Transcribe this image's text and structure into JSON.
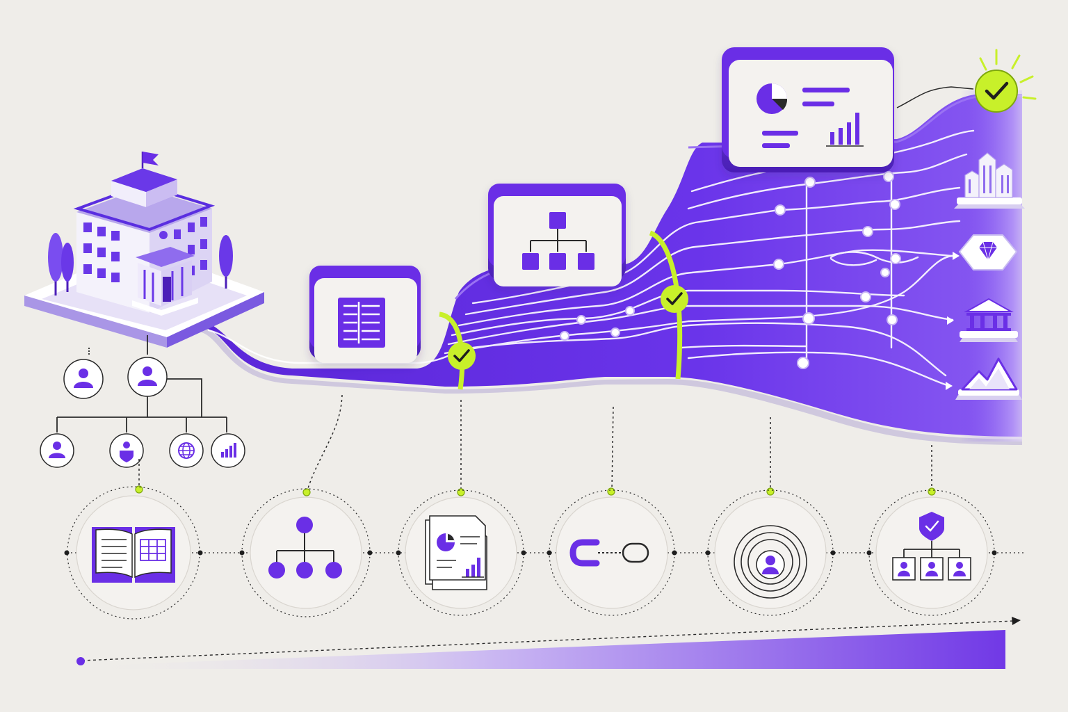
{
  "colors": {
    "background": "#efede9",
    "primary": "#6a2fe6",
    "primary_dark": "#4c1fb8",
    "primary_light": "#8f62f0",
    "accent": "#c8f02a",
    "card": "#f4f2ef",
    "line": "#2a2a2a"
  },
  "origin": {
    "building": "institution-building",
    "org_chart_nodes": [
      "person-icon",
      "person-icon",
      "person-icon",
      "person-shield-icon",
      "globe-icon",
      "bar-chart-icon"
    ]
  },
  "flow_cards": [
    {
      "icon": "table-document-icon"
    },
    {
      "icon": "hierarchy-icon"
    },
    {
      "icon": "dashboard-report-icon"
    }
  ],
  "checkpoints": 3,
  "outcomes": [
    "city-buildings-icon",
    "diamond-icon",
    "bank-icon",
    "mountain-icon"
  ],
  "stages": [
    {
      "icon": "open-book-icon"
    },
    {
      "icon": "hierarchy-icon"
    },
    {
      "icon": "report-documents-icon"
    },
    {
      "icon": "link-chain-icon"
    },
    {
      "icon": "target-person-icon"
    },
    {
      "icon": "shield-team-icon"
    }
  ],
  "progress": {
    "direction": "left-to-right",
    "fill": 1.0
  }
}
